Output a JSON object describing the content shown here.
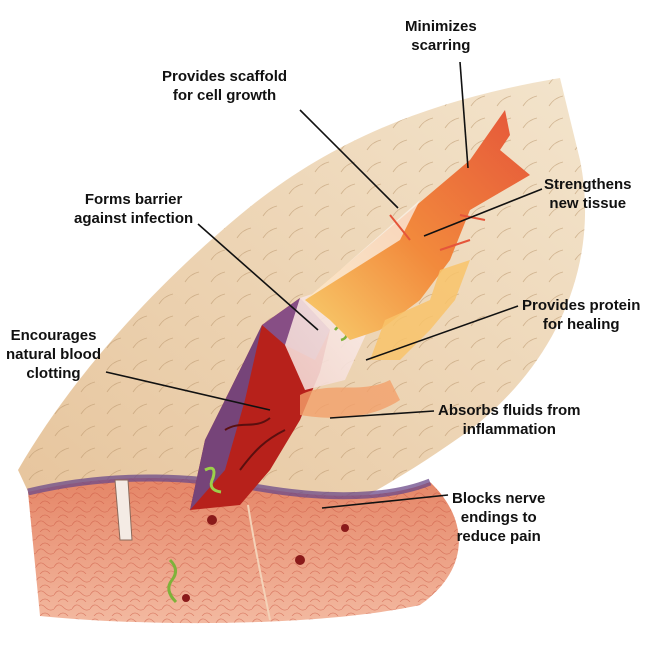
{
  "labels": {
    "minimizes_scarring": [
      "Minimizes",
      "scarring"
    ],
    "scaffold": [
      "Provides scaffold",
      "for cell growth"
    ],
    "barrier": [
      "Forms barrier",
      "against infection"
    ],
    "strengthens": [
      "Strengthens",
      "new tissue"
    ],
    "protein": [
      "Provides protein",
      "for healing"
    ],
    "clotting": [
      "Encourages",
      "natural blood",
      "clotting"
    ],
    "absorbs": [
      "Absorbs fluids from",
      "inflammation"
    ],
    "nerve": [
      "Blocks nerve",
      "endings to",
      "reduce pain"
    ]
  },
  "colors": {
    "skin": "#e7c9a1",
    "wound_red": "#b7211b",
    "dressing_orange": "#f0803a",
    "dressing_yellow": "#f8c36a",
    "tissue_purple": "#6b4a8a",
    "dermis_pink": "#e9785e",
    "leader_line": "#111111"
  }
}
